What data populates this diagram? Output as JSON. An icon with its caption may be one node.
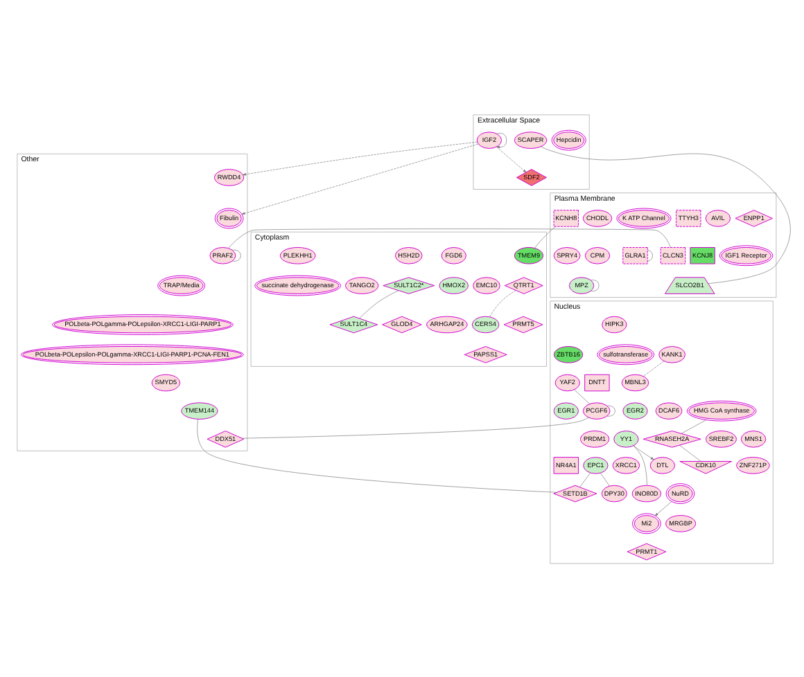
{
  "diagram": {
    "nodes": [
      {
        "text": [
          "Extracellular Space"
        ]
      },
      {
        "text": [
          "Plasma Membrane"
        ]
      },
      {
        "text": [
          "Cytoplasm"
        ]
      },
      {
        "text": [
          "Nucleus"
        ]
      },
      {
        "text": [
          "Other"
        ]
      },
      {
        "text": [
          "SDF2"
        ],
        "in": 0
      },
      {
        "text": [
          "Hepcidin"
        ],
        "in": 0
      },
      {
        "text": [
          "IGF2"
        ],
        "in": 0
      },
      {
        "text": [
          "SCAPER"
        ],
        "in": 0
      },
      {
        "text": [
          "CHODL"
        ],
        "in": 1
      },
      {
        "text": [
          "KCNH8"
        ],
        "in": 1
      },
      {
        "text": [
          "ENPP1"
        ],
        "in": 1
      },
      {
        "text": [
          "AVIL"
        ],
        "in": 1
      },
      {
        "text": [
          "TTYH3"
        ],
        "in": 1
      },
      {
        "text": [
          "K ATP Channel"
        ],
        "in": 1
      },
      {
        "text": [
          "CPM"
        ],
        "in": 1
      },
      {
        "text": [
          "SPRY4"
        ],
        "in": 1
      },
      {
        "text": [
          "IGF1 Receptor"
        ],
        "in": 1
      },
      {
        "text": [
          "KCNJ8"
        ],
        "in": 1
      },
      {
        "text": [
          "CLCN3"
        ],
        "in": 1
      },
      {
        "text": [
          "GLRA1"
        ],
        "in": 1
      },
      {
        "text": [
          "MPZ"
        ],
        "in": 1
      },
      {
        "text": [
          "SLCO2B1"
        ],
        "in": 1
      },
      {
        "text": [
          "RWDD4"
        ],
        "in": 4
      },
      {
        "text": [
          "Fibulin"
        ],
        "in": 4
      },
      {
        "text": [
          "PRAF2"
        ],
        "in": 4
      },
      {
        "text": [
          "TRAP/Media"
        ],
        "in": 4
      },
      {
        "text": [
          "POLbeta-POLgamma-POLepsilon-XRCC1-LIGI-PARP1"
        ],
        "in": 4
      },
      {
        "text": [
          "POLbeta-POLepsilon-POLgamma-XRCC1-LIGI-PARP1-PCNA-FEN1"
        ],
        "in": 4
      },
      {
        "text": [
          "SMYD5"
        ],
        "in": 4
      },
      {
        "text": [
          "TMEM144"
        ],
        "in": 4
      },
      {
        "text": [
          "DDX51"
        ],
        "in": 4
      },
      {
        "text": [
          "TMEM9"
        ],
        "in": 2
      },
      {
        "text": [
          "EMC10"
        ],
        "in": 2
      },
      {
        "text": [
          "FGD6"
        ],
        "in": 2
      },
      {
        "text": [
          "HSH2D"
        ],
        "in": 2
      },
      {
        "text": [
          "TANGO2"
        ],
        "in": 2
      },
      {
        "text": [
          "PLEKHH1"
        ],
        "in": 2
      },
      {
        "text": [
          "QTRT1"
        ],
        "in": 2
      },
      {
        "text": [
          "CERS4"
        ],
        "in": 2
      },
      {
        "text": [
          "HMOX2"
        ],
        "in": 2
      },
      {
        "text": [
          "SULT1C2*"
        ],
        "in": 2
      },
      {
        "text": [
          "SULT1C4"
        ],
        "in": 2
      },
      {
        "text": [
          "succinate dehydrogenase"
        ],
        "in": 2
      },
      {
        "text": [
          "PRMT5"
        ],
        "in": 2
      },
      {
        "text": [
          "PAPSS1"
        ],
        "in": 2
      },
      {
        "text": [
          "ARHGAP24"
        ],
        "in": 2
      },
      {
        "text": [
          "GLOD4"
        ],
        "in": 2
      },
      {
        "text": [
          "HIPK3"
        ],
        "in": 3
      },
      {
        "text": [
          "ZBTB16"
        ],
        "in": 3
      },
      {
        "text": [
          "sulfotransferase"
        ],
        "in": 3
      },
      {
        "text": [
          "DNTT"
        ],
        "in": 3
      },
      {
        "text": [
          "DCAF6"
        ],
        "in": 3
      },
      {
        "text": [
          "SREBF2"
        ],
        "in": 3
      },
      {
        "text": [
          "KANK1"
        ],
        "in": 3
      },
      {
        "text": [
          "YAF2"
        ],
        "in": 3
      },
      {
        "text": [
          "MBNL3"
        ],
        "in": 3
      },
      {
        "text": [
          "PCGF6"
        ],
        "in": 3
      },
      {
        "text": [
          "RNASEH2A"
        ],
        "in": 3
      },
      {
        "text": [
          "CDK10"
        ],
        "in": 3
      },
      {
        "text": [
          "HMG CoA synthase"
        ],
        "in": 3
      },
      {
        "text": [
          "EGR1"
        ],
        "in": 3
      },
      {
        "text": [
          "EGR2"
        ],
        "in": 3
      },
      {
        "text": [
          "YY1"
        ],
        "in": 3
      },
      {
        "text": [
          "DTL"
        ],
        "in": 3
      },
      {
        "text": [
          "INO80D"
        ],
        "in": 3
      },
      {
        "text": [
          "MNS1"
        ],
        "in": 3
      },
      {
        "text": [
          "NR4A1"
        ],
        "in": 3
      },
      {
        "text": [
          "PRDM1"
        ],
        "in": 3
      },
      {
        "text": [
          "XRCC1"
        ],
        "in": 3
      },
      {
        "text": [
          "NuRD"
        ],
        "in": 3
      },
      {
        "text": [
          "Mi2"
        ],
        "in": 3
      },
      {
        "text": [
          "ZNF271P"
        ],
        "in": 3
      },
      {
        "text": [
          "SETD1B"
        ],
        "in": 3
      },
      {
        "text": [
          "EPC1"
        ],
        "in": 3
      },
      {
        "text": [
          "DPY30"
        ],
        "in": 3
      },
      {
        "text": [
          "MRGBP"
        ],
        "in": 3
      },
      {
        "text": [
          "PRMT1"
        ],
        "in": 3
      }
    ],
    "edges": [
      {
        "from": 7,
        "to": 5,
        "arrow": "to",
        "style": "dashed"
      },
      {
        "from": 7,
        "to": 23,
        "arrow": "to",
        "style": "dashed"
      },
      {
        "from": 7,
        "to": 24,
        "arrow": "to",
        "style": "dashed"
      },
      {
        "from": 7,
        "to": 7,
        "arrow": "to"
      },
      {
        "from": 8,
        "to": 22,
        "arrow": "none"
      },
      {
        "from": 25,
        "to": 19,
        "arrow": "none"
      },
      {
        "from": 25,
        "to": 25,
        "arrow": "none"
      },
      {
        "from": 21,
        "to": 21,
        "arrow": "none"
      },
      {
        "from": 20,
        "to": 20,
        "arrow": "none"
      },
      {
        "from": 10,
        "to": 32,
        "arrow": "none"
      },
      {
        "from": 73,
        "to": 30,
        "arrow": "none"
      },
      {
        "from": 57,
        "to": 31,
        "arrow": "none"
      },
      {
        "from": 57,
        "to": 57,
        "arrow": "none"
      },
      {
        "from": 55,
        "to": 57,
        "arrow": "none"
      },
      {
        "from": 58,
        "to": 59,
        "arrow": "none"
      },
      {
        "from": 60,
        "to": 58,
        "arrow": "none"
      },
      {
        "from": 63,
        "to": 65,
        "arrow": "none"
      },
      {
        "from": 63,
        "to": 64,
        "arrow": "to"
      },
      {
        "from": 74,
        "to": 75,
        "arrow": "none"
      },
      {
        "from": 74,
        "to": 73,
        "arrow": "none"
      },
      {
        "from": 70,
        "to": 71,
        "arrow": "to"
      },
      {
        "from": 54,
        "to": 56,
        "arrow": "none",
        "style": "dashed"
      },
      {
        "from": 41,
        "to": 42,
        "arrow": "none"
      },
      {
        "from": 38,
        "to": 39,
        "arrow": "none",
        "style": "dashed"
      }
    ]
  }
}
